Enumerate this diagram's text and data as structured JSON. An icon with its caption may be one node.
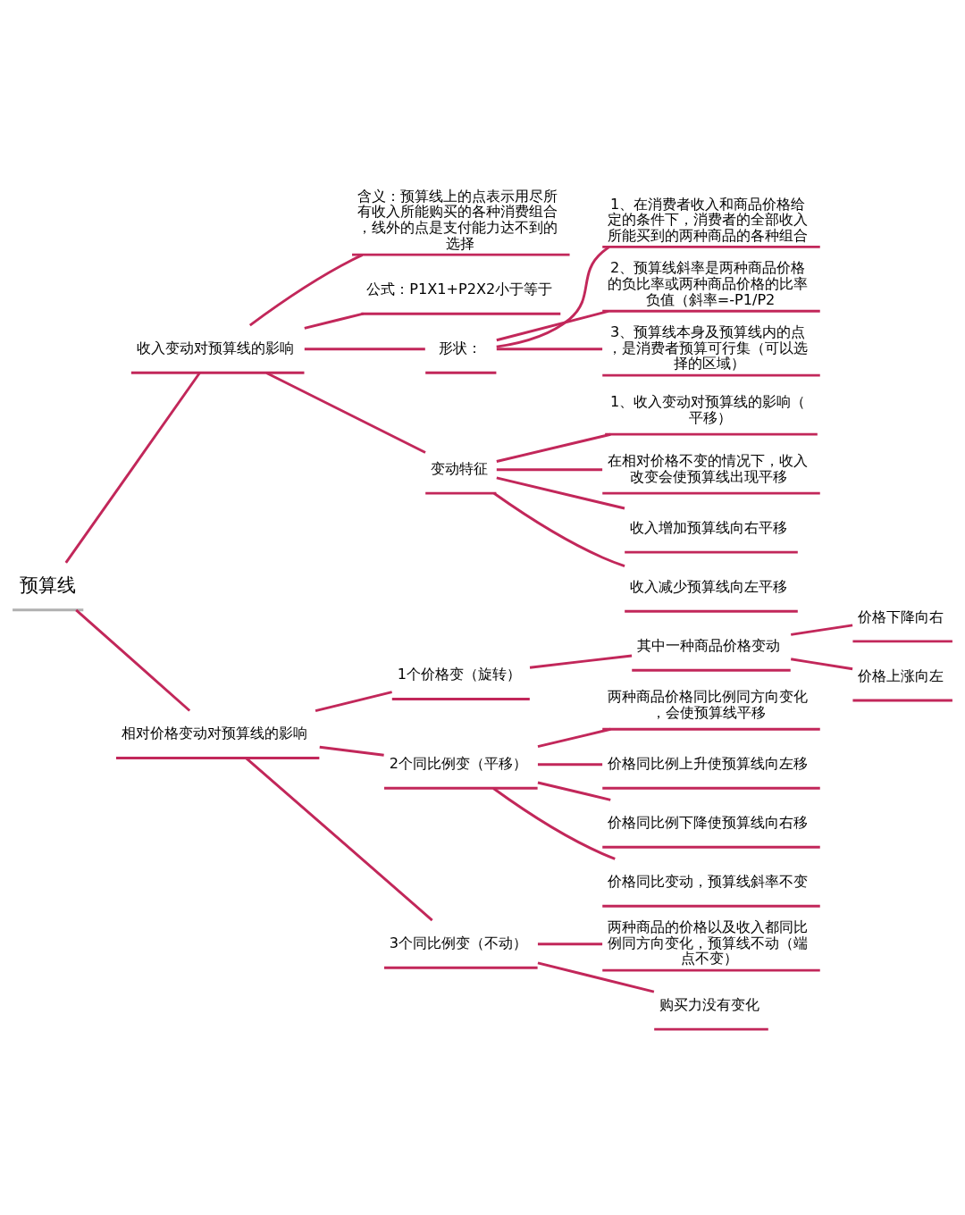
{
  "diagram": {
    "nodes": [
      {
        "text": [
          "预算线"
        ]
      },
      {
        "text": [
          "收入变动对预算线的影响"
        ]
      },
      {
        "text": [
          "含义：预算线上的点表示用尽所有收入所能购买的各种消费组合，线外的点是支付能力达不到的选择"
        ]
      },
      {
        "text": [
          "公式：P1X1+P2X2小于等于"
        ]
      },
      {
        "text": [
          "形状："
        ]
      },
      {
        "text": [
          "1、在消费者收入和商品价格给定的条件下，消费者的全部收入所能买到的两种商品的各种组合"
        ]
      },
      {
        "text": [
          "2、预算线斜率是两种商品价格的负比率或两种商品价格的比率负值（斜率=-P1/P2"
        ]
      },
      {
        "text": [
          "3、预算线本身及预算线内的点，是消费者预算可行集（可以选择的区域）"
        ]
      },
      {
        "text": [
          "变动特征"
        ]
      },
      {
        "text": [
          "1、收入变动对预算线的影响（平移）"
        ]
      },
      {
        "text": [
          "在相对价格不变的情况下，收入改变会使预算线出现平移"
        ]
      },
      {
        "text": [
          "收入增加预算线向右平移"
        ]
      },
      {
        "text": [
          "收入减少预算线向左平移"
        ]
      },
      {
        "text": [
          "相对价格变动对预算线的影响"
        ]
      },
      {
        "text": [
          "1个价格变（旋转）"
        ]
      },
      {
        "text": [
          "其中一种商品价格变动"
        ]
      },
      {
        "text": [
          "价格下降向右"
        ]
      },
      {
        "text": [
          "价格上涨向左"
        ]
      },
      {
        "text": [
          "2个同比例变（平移）"
        ]
      },
      {
        "text": [
          "两种商品价格同比例同方向变化，会使预算线平移"
        ]
      },
      {
        "text": [
          "价格同比例上升使预算线向左移"
        ]
      },
      {
        "text": [
          "价格同比例下降使预算线向右移"
        ]
      },
      {
        "text": [
          "价格同比变动，预算线斜率不变"
        ]
      },
      {
        "text": [
          "3个同比例变（不动）"
        ]
      },
      {
        "text": [
          "两种商品的价格以及收入都同比例同方向变化，预算线不动（端点不变）"
        ]
      },
      {
        "text": [
          "购买力没有变化"
        ]
      }
    ],
    "edges": [
      {
        "from": 0,
        "to": 1,
        "arrow": "none"
      },
      {
        "from": 1,
        "to": 2,
        "arrow": "none"
      },
      {
        "from": 1,
        "to": 3,
        "arrow": "none"
      },
      {
        "from": 1,
        "to": 4,
        "arrow": "none"
      },
      {
        "from": 4,
        "to": 5,
        "arrow": "none"
      },
      {
        "from": 4,
        "to": 6,
        "arrow": "none"
      },
      {
        "from": 4,
        "to": 7,
        "arrow": "none"
      },
      {
        "from": 1,
        "to": 8,
        "arrow": "none"
      },
      {
        "from": 8,
        "to": 9,
        "arrow": "none"
      },
      {
        "from": 8,
        "to": 10,
        "arrow": "none"
      },
      {
        "from": 8,
        "to": 11,
        "arrow": "none"
      },
      {
        "from": 8,
        "to": 12,
        "arrow": "none"
      },
      {
        "from": 0,
        "to": 13,
        "arrow": "none"
      },
      {
        "from": 13,
        "to": 14,
        "arrow": "none"
      },
      {
        "from": 14,
        "to": 15,
        "arrow": "none"
      },
      {
        "from": 15,
        "to": 16,
        "arrow": "none"
      },
      {
        "from": 15,
        "to": 17,
        "arrow": "none"
      },
      {
        "from": 13,
        "to": 18,
        "arrow": "none"
      },
      {
        "from": 18,
        "to": 19,
        "arrow": "none"
      },
      {
        "from": 18,
        "to": 20,
        "arrow": "none"
      },
      {
        "from": 18,
        "to": 21,
        "arrow": "none"
      },
      {
        "from": 18,
        "to": 22,
        "arrow": "none"
      },
      {
        "from": 13,
        "to": 23,
        "arrow": "none"
      },
      {
        "from": 23,
        "to": 24,
        "arrow": "none"
      },
      {
        "from": 23,
        "to": 25,
        "arrow": "none"
      }
    ]
  }
}
